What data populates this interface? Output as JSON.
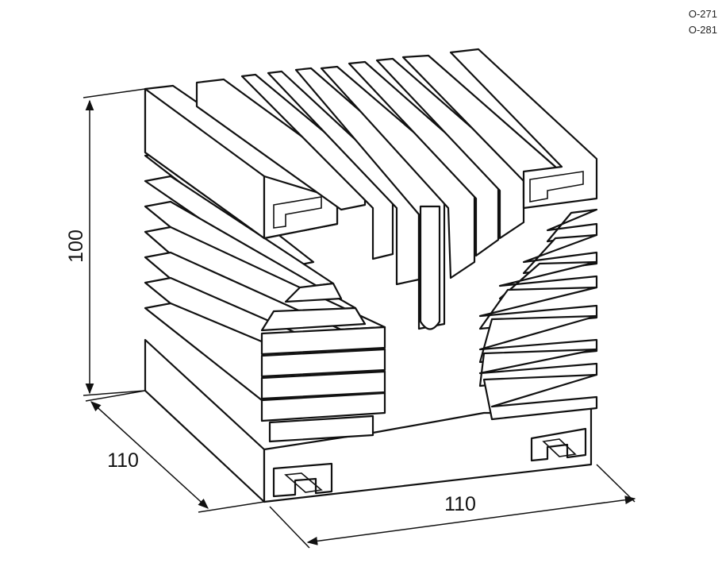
{
  "part_codes": [
    "O-271",
    "O-281"
  ],
  "dimensions": {
    "height": "100",
    "depth": "110",
    "width": "110"
  }
}
